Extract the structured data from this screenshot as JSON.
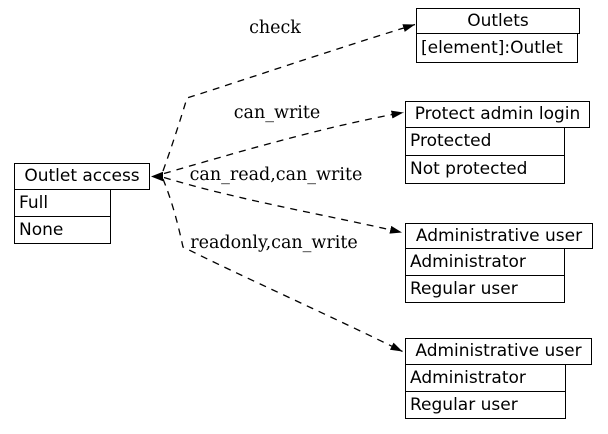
{
  "colors": {
    "background": "#ffffff",
    "line": "#000000",
    "text": "#000000"
  },
  "nodes": {
    "outlet_access": {
      "header": "Outlet access",
      "rows": [
        "Full",
        "None"
      ]
    },
    "outlets": {
      "header": "Outlets",
      "rows": [
        "[element]:Outlet"
      ]
    },
    "protect_admin_login": {
      "header": "Protect admin login",
      "rows": [
        "Protected",
        "Not protected"
      ]
    },
    "admin_user_top": {
      "header": "Administrative user",
      "rows": [
        "Administrator",
        "Regular user"
      ]
    },
    "admin_user_bottom": {
      "header": "Administrative user",
      "rows": [
        "Administrator",
        "Regular user"
      ]
    }
  },
  "edges": {
    "check": {
      "label": "check"
    },
    "can_write": {
      "label": "can_write"
    },
    "can_read_can_write": {
      "label": "can_read,can_write"
    },
    "readonly_can_write": {
      "label": "readonly,can_write"
    }
  }
}
